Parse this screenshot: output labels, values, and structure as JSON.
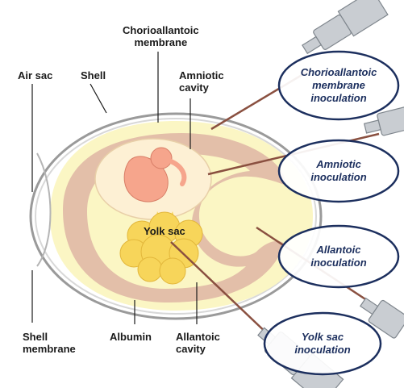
{
  "labels": {
    "chorioallantoic_membrane": [
      "Chorioallantoic",
      "membrane"
    ],
    "air_sac": "Air sac",
    "shell": "Shell",
    "amniotic_cavity": [
      "Amniotic",
      "cavity"
    ],
    "yolk_sac": "Yolk sac",
    "shell_membrane": [
      "Shell",
      "membrane"
    ],
    "albumin": "Albumin",
    "allantoic_cavity": [
      "Allantoic",
      "cavity"
    ]
  },
  "inoculations": [
    {
      "lines": [
        "Chorioallantoic",
        "membrane",
        "inoculation"
      ]
    },
    {
      "lines": [
        "Amniotic",
        "inoculation"
      ]
    },
    {
      "lines": [
        "Allantoic",
        "inoculation"
      ]
    },
    {
      "lines": [
        "Yolk sac",
        "inoculation"
      ]
    }
  ],
  "colors": {
    "albumin": "#fbf6c4",
    "chorioallantoic": "#e3bfa9",
    "amnion": "#fdf0d4",
    "embryo": "#f6a58c",
    "yolk": "#f7d55a",
    "oval_border": "#1c2f5e",
    "needle": "#8a5040",
    "syringe": "#c9cdd2"
  }
}
